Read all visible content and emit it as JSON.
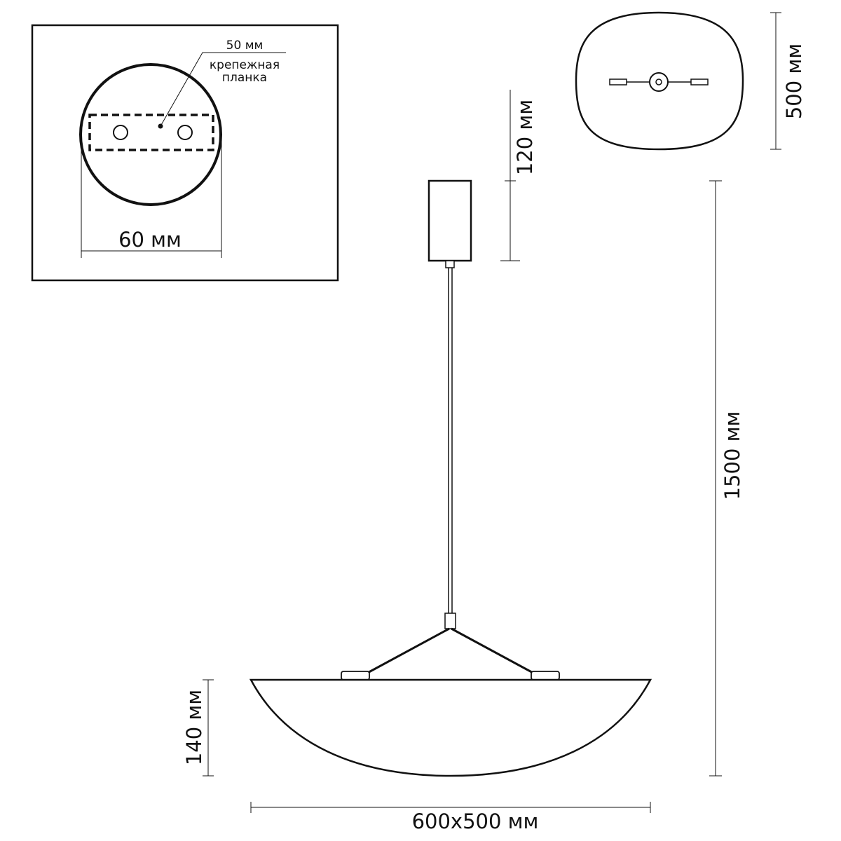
{
  "inset": {
    "bracket_width_label": "50 мм",
    "bracket_caption_line1": "крепежная",
    "bracket_caption_line2": "планка",
    "canopy_diameter_label": "60 мм"
  },
  "dimensions": {
    "canopy_height": "120 мм",
    "top_view_depth": "500 мм",
    "overall_height": "1500 мм",
    "shade_height": "140 мм",
    "shade_size": "600х500 мм"
  }
}
